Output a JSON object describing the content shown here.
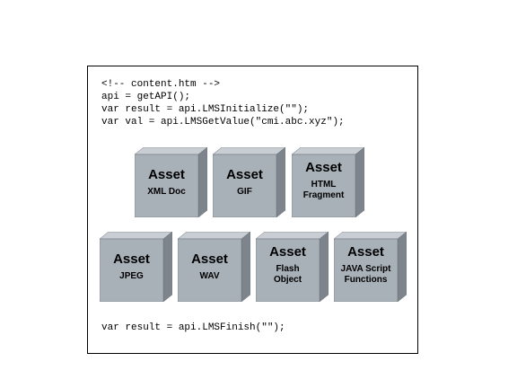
{
  "code": {
    "line1": "<!-- content.htm -->",
    "line2": "api = getAPI();",
    "line3": "var result = api.LMSInitialize(\"\");",
    "line4": "var val = api.LMSGetValue(\"cmi.abc.xyz\");",
    "finish": "var result = api.LMSFinish(\"\");"
  },
  "assets": [
    {
      "title": "Asset",
      "sub": "XML Doc"
    },
    {
      "title": "Asset",
      "sub": "GIF"
    },
    {
      "title": "Asset",
      "sub": "HTML\nFragment"
    },
    {
      "title": "Asset",
      "sub": "JPEG"
    },
    {
      "title": "Asset",
      "sub": "WAV"
    },
    {
      "title": "Asset",
      "sub": "Flash\nObject"
    },
    {
      "title": "Asset",
      "sub": "JAVA Script\nFunctions"
    }
  ],
  "colors": {
    "cube_front": "#a8b0b8",
    "cube_top": "#c9ced4",
    "cube_side": "#7d848b",
    "cube_edge": "#6a7178"
  }
}
